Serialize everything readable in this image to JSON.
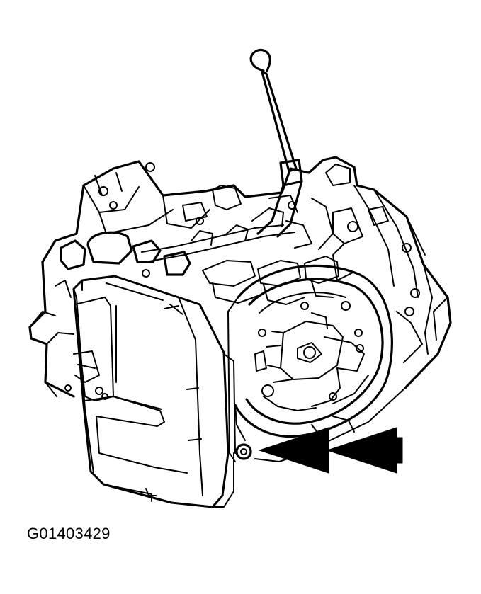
{
  "figure": {
    "id_label": "G01403429",
    "subject": "transaxle-assembly",
    "callout": "arrow-pointing-to-flange-bolt"
  }
}
